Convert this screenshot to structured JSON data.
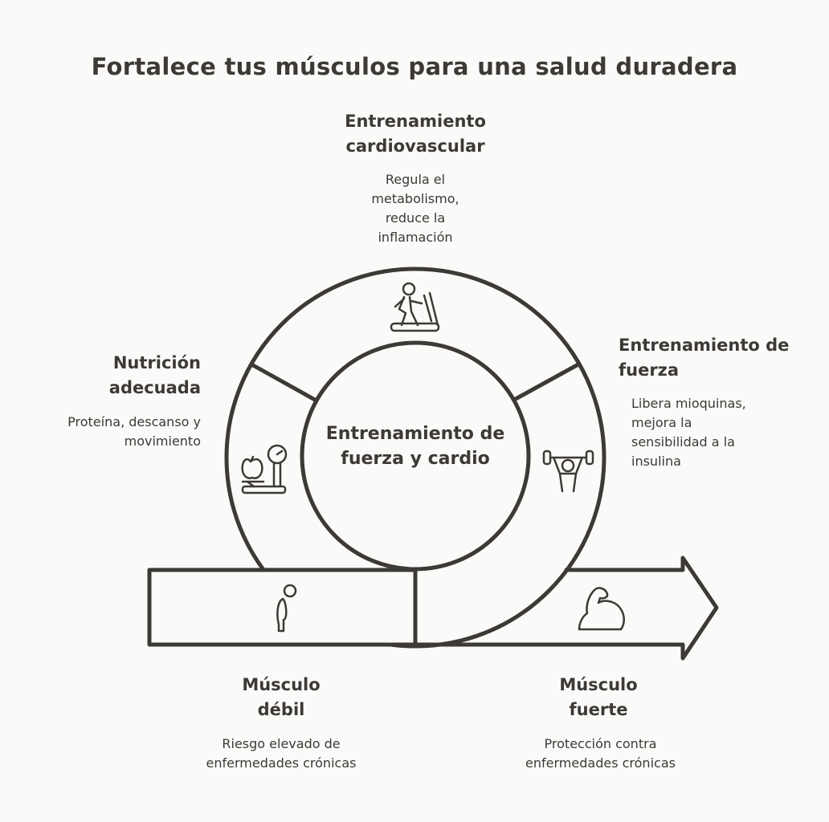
{
  "title": "Fortalece tus músculos para una salud duradera",
  "center": {
    "label": "Entrenamiento de fuerza y cardio"
  },
  "cardio": {
    "heading": "Entrenamiento cardiovascular",
    "description": "Regula el metabolismo, reduce la inflamación",
    "icon": "treadmill-icon"
  },
  "strength": {
    "heading": "Entrenamiento de fuerza",
    "description": "Libera mioquinas, mejora la sensibilidad a la insulina",
    "icon": "weightlifter-icon"
  },
  "nutrition": {
    "heading": "Nutrición adecuada",
    "description": "Proteína, descanso y movimiento",
    "icon": "apple-scale-icon"
  },
  "weak": {
    "heading": "Músculo débil",
    "description": "Riesgo elevado de enfermedades crónicas",
    "icon": "slouched-person-icon"
  },
  "strong": {
    "heading": "Músculo fuerte",
    "description": "Protección contra enfermedades crónicas",
    "icon": "flexed-bicep-icon"
  },
  "colors": {
    "ink": "#3d3936",
    "background": "#fafaf9"
  }
}
